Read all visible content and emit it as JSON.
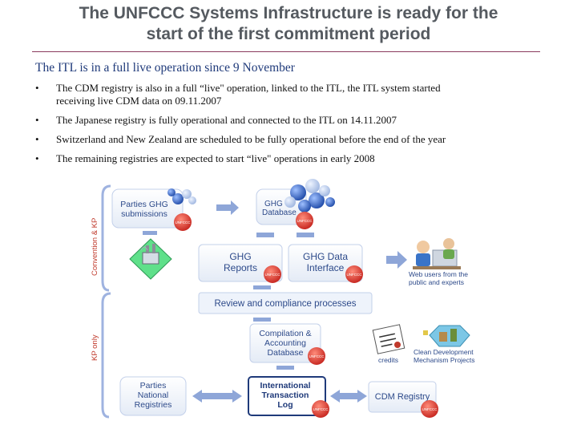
{
  "title_line1": "The UNFCCC Systems Infrastructure is ready for the",
  "title_line2": "start of the first commitment period",
  "subtitle": "The ITL is in a full live operation since 9 November",
  "bullets": [
    {
      "line1": "The CDM registry is also in a full “live\" operation, linked to the ITL, the ITL system started",
      "line2": "receiving live CDM data on 09.11.2007"
    },
    {
      "line1": "The Japanese registry is fully operational and connected to the ITL on 14.11.2007",
      "line2": ""
    },
    {
      "line1": "Switzerland and New Zealand are scheduled to be fully operational before the end of the year",
      "line2": ""
    },
    {
      "line1": "The remaining registries are expected to start “live\" operations in early 2008",
      "line2": ""
    }
  ],
  "bullet_char": "•",
  "diagram": {
    "side_label_top": "Convention & KP",
    "side_label_bottom": "KP only",
    "parties_ghg": [
      "Parties GHG",
      "submissions"
    ],
    "ghg_database": [
      "GHG",
      "Database"
    ],
    "ghg_reports": [
      "GHG",
      "Reports"
    ],
    "ghg_data_interface": [
      "GHG Data",
      "Interface"
    ],
    "web_users": [
      "Web users from the",
      "public and experts"
    ],
    "review": "Review and compliance processes",
    "compilation": [
      "Compilation &",
      "Accounting",
      "Database"
    ],
    "credits": "credits",
    "cdm_projects": [
      "Clean Development",
      "Mechanism Projects"
    ],
    "parties_registries": [
      "Parties",
      "National",
      "Registries"
    ],
    "itl": [
      "International",
      "Transaction",
      "Log"
    ],
    "cdm_registry": "CDM Registry",
    "seal_text": "UNFCCC"
  },
  "colors": {
    "title": "#555a60",
    "subtitle": "#1f3a7a",
    "rule": "#8a3a5e",
    "diagram_text": "#2d4a8a",
    "arrow": "#8ea6d8",
    "seal": "#d8342c"
  }
}
